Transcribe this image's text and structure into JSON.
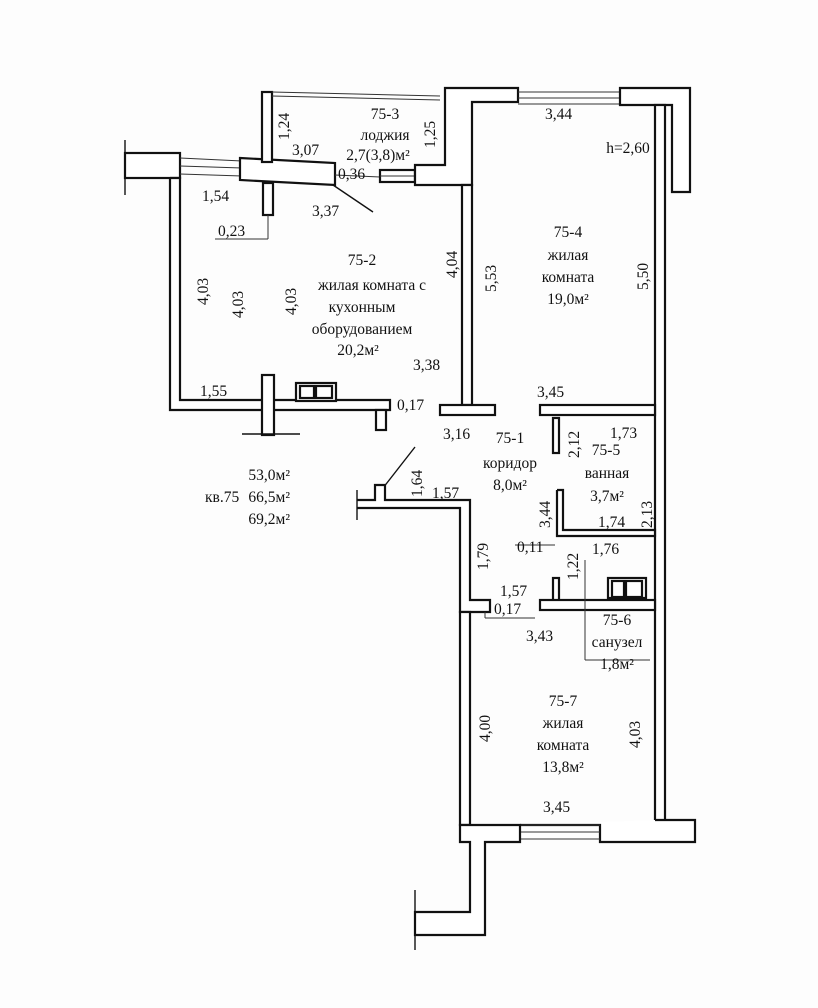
{
  "plan": {
    "ceiling_height": "h=2,60",
    "apartment": {
      "label": "кв.75",
      "area_living": "53,0м²",
      "area_total": "66,5м²",
      "area_with_loggia": "69,2м²"
    },
    "rooms": [
      {
        "id": "75-1",
        "name": "коридор",
        "area": "8,0м²"
      },
      {
        "id": "75-2",
        "name_lines": [
          "жилая комната с",
          "кухонным",
          "оборудованием"
        ],
        "area": "20,2м²"
      },
      {
        "id": "75-3",
        "name": "лоджия",
        "area": "2,7(3,8)м²"
      },
      {
        "id": "75-4",
        "name": "жилая",
        "name2": "комната",
        "area": "19,0м²"
      },
      {
        "id": "75-5",
        "name": "ванная",
        "area": "3,7м²"
      },
      {
        "id": "75-6",
        "name": "санузел",
        "area": "1,8м²"
      },
      {
        "id": "75-7",
        "name": "жилая",
        "name2": "комната",
        "area": "13,8м²"
      }
    ],
    "dimensions": [
      "1,24",
      "1,25",
      "3,07",
      "0,36",
      "1,54",
      "3,37",
      "0,23",
      "4,03",
      "4,03",
      "4,03",
      "4,04",
      "3,38",
      "1,55",
      "0,17",
      "3,44",
      "5,53",
      "5,50",
      "3,45",
      "3,16",
      "2,12",
      "1,73",
      "1,64",
      "1,57",
      "3,44",
      "2,13",
      "1,74",
      "0,11",
      "1,76",
      "1,79",
      "1,22",
      "1,57",
      "0,17",
      "3,43",
      "4,00",
      "4,03",
      "3,45"
    ]
  }
}
